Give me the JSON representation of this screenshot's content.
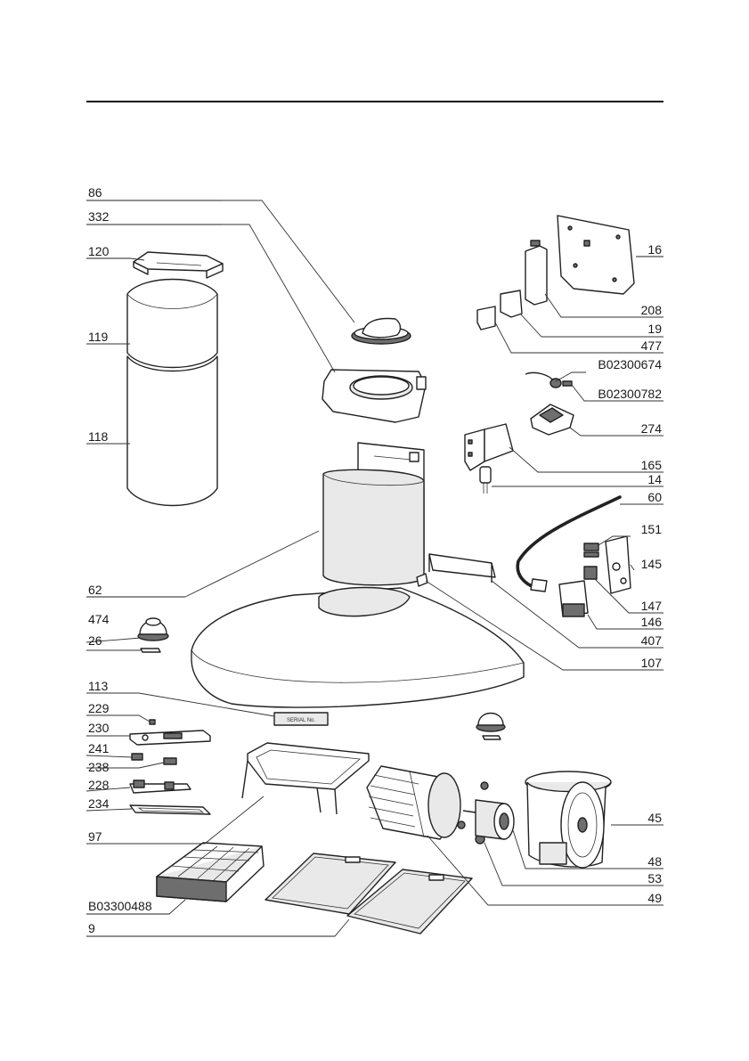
{
  "labels": {
    "l86": "86",
    "l332": "332",
    "l120": "120",
    "l119": "119",
    "l118": "118",
    "l62": "62",
    "l474": "474",
    "l26": "26",
    "l113": "113",
    "l229": "229",
    "l230": "230",
    "l241": "241",
    "l238": "238",
    "l228": "228",
    "l234": "234",
    "l97": "97",
    "lB03300488": "B03300488",
    "l9": "9",
    "l16": "16",
    "l208": "208",
    "l19": "19",
    "l477": "477",
    "lB02300674": "B02300674",
    "lB02300782": "B02300782",
    "l274": "274",
    "l165": "165",
    "l14": "14",
    "l60": "60",
    "l151": "151",
    "l145": "145",
    "l147": "147",
    "l146": "146",
    "l407": "407",
    "l107": "107",
    "l45": "45",
    "l48": "48",
    "l53": "53",
    "l49": "49"
  },
  "panel_text": "SERIAL No."
}
